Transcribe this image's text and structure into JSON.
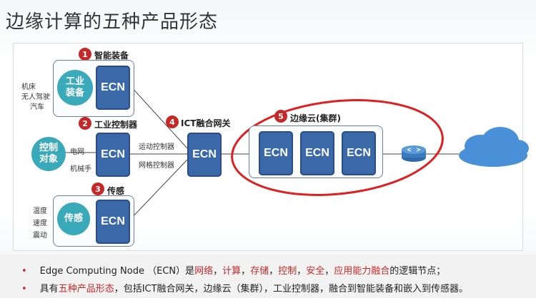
{
  "title": "边缘计算的五种产品形态",
  "ecn": "ECN",
  "groups": {
    "g1": {
      "num": "1",
      "name": "智能装备",
      "circle": [
        "工业",
        "装备"
      ],
      "side": [
        "机床",
        "无人驾驶",
        "汽车"
      ]
    },
    "g2": {
      "num": "2",
      "name": "工业控制器",
      "circle": [
        "控制",
        "对象"
      ],
      "side": [
        "电网",
        "机械手"
      ]
    },
    "g3": {
      "num": "3",
      "name": "传感",
      "circle": [
        "传感"
      ],
      "side": [
        "温度",
        "速度",
        "震动"
      ]
    },
    "g4": {
      "num": "4",
      "name": "ICT融合网关",
      "links": [
        "运动控制器",
        "网格控制器"
      ]
    },
    "g5": {
      "num": "5",
      "name": "边缘云(集群)"
    }
  },
  "bullets": {
    "b1": {
      "pre": "Edge Computing Node （ECN）是",
      "r1": "网络",
      "s1": "，",
      "r2": "计算",
      "s2": "，",
      "r3": "存储",
      "s3": "，",
      "r4": "控制",
      "s4": "，",
      "r5": "安全",
      "s5": "，",
      "r6": "应用能力融合",
      "post": "的逻辑节点；"
    },
    "b2": {
      "pre": "具有",
      "r1": "五种产品形态",
      "post": "，包括ICT融合网关，边缘云（集群），工业控制器，融合到智能装备和嵌入到传感器。"
    }
  },
  "colors": {
    "ecn": "#3a68a8",
    "circle": "#3aa9b9",
    "badge": "#c62828",
    "cloud": "#4a90d9",
    "ellipse": "#e02020"
  },
  "icons": [
    "router-icon",
    "cloud-icon"
  ]
}
